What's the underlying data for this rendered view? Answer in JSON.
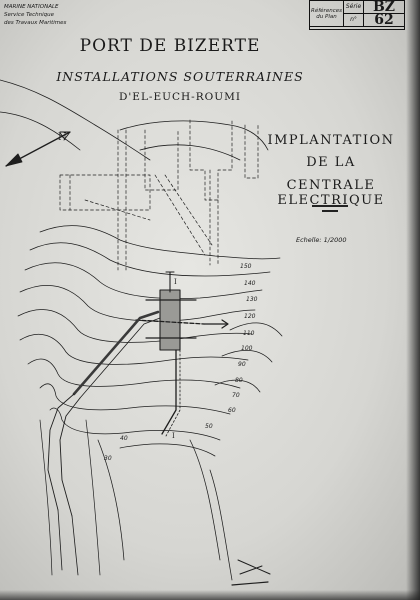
{
  "header": {
    "org_line1": "MARINE NATIONALE",
    "org_line2": "Service Technique",
    "org_line3": "des Travaux Maritimes"
  },
  "reference": {
    "label": "Références du Plan",
    "serie_label": "Série",
    "serie_value": "BZ",
    "num_label": "n°",
    "num_value": "62"
  },
  "title": {
    "line1": "PORT DE BIZERTE",
    "line2": "INSTALLATIONS SOUTERRAINES",
    "line3": "D'EL-EUCH-ROUMI"
  },
  "subtitle": {
    "line1": "IMPLANTATION",
    "line2": "DE LA",
    "line3": "CENTRALE ELECTRIQUE"
  },
  "scale": "Echelle: 1/2000",
  "map": {
    "north": "N",
    "contours": [
      "150",
      "140",
      "130",
      "120",
      "110",
      "100",
      "90",
      "80",
      "70",
      "60",
      "50",
      "40",
      "30"
    ],
    "section_label": "I"
  },
  "ink_color": "#1a1a1a",
  "paper_color": "#dcdcd8"
}
